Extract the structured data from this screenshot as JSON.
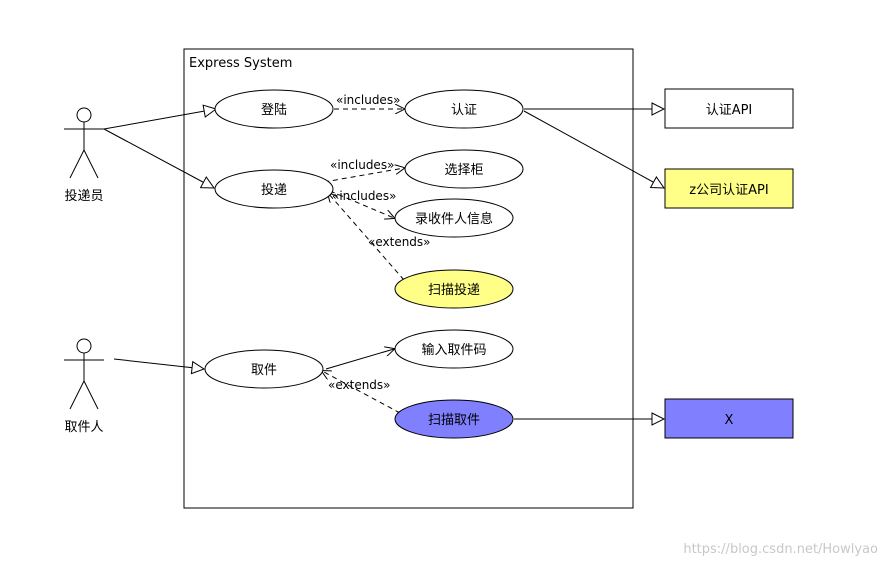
{
  "system": {
    "title": "Express System"
  },
  "actors": {
    "courier": "投递员",
    "recipient": "取件人"
  },
  "use_cases": {
    "login": "登陆",
    "auth": "认证",
    "deliver": "投递",
    "select_cabinet": "选择柜",
    "record_recipient": "录收件人信息",
    "scan_deliver": "扫描投递",
    "pickup": "取件",
    "enter_code": "输入取件码",
    "scan_pickup": "扫描取件"
  },
  "external_systems": {
    "auth_api": "认证API",
    "z_auth_api": "z公司认证API",
    "x_system": "X"
  },
  "relations": {
    "includes_login_auth": "«includes»",
    "includes_select": "«includes»",
    "includes_record": "«includes»",
    "extends_scan_deliver": "«extends»",
    "extends_scan_pickup": "«extends»"
  },
  "watermark": "https://blog.csdn.net/Howlyao",
  "colors": {
    "yellow": "#ffff88",
    "blue": "#8080ff",
    "white": "#ffffff",
    "stroke": "#000000"
  }
}
